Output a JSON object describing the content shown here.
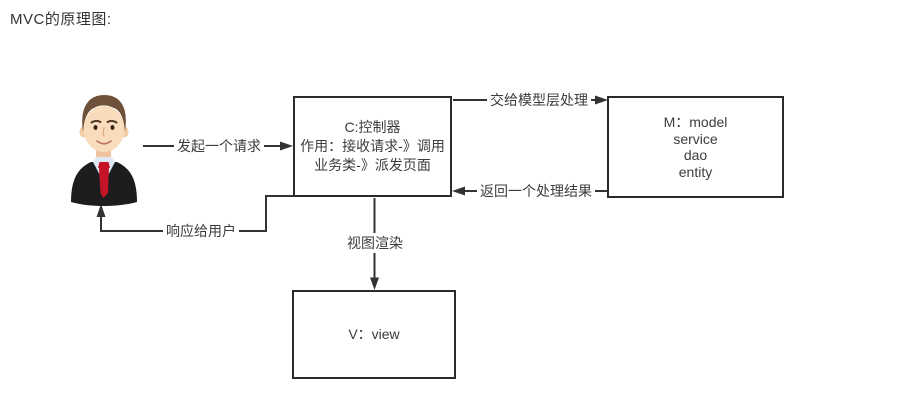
{
  "title": "MVC的原理图:",
  "diagram": {
    "boxes": {
      "controller": {
        "lines": [
          "C:控制器",
          "作用：接收请求-》调用",
          "业务类-》派发页面"
        ]
      },
      "model": {
        "lines": [
          "M：model",
          "service",
          "dao",
          "entity"
        ]
      },
      "view": {
        "lines": [
          "V：view"
        ]
      }
    },
    "arrows": {
      "request": "发起一个请求",
      "to_model": "交给模型层处理",
      "return_result": "返回一个处理结果",
      "respond_user": "响应给用户",
      "view_render": "视图渲染"
    },
    "colors": {
      "background": "#ffffff",
      "line": "#333333",
      "box_border": "#2b2b2b",
      "text": "#3c3c3c",
      "avatar_suit": "#1d1d1f",
      "avatar_tie": "#c41425",
      "avatar_skin": "#f8dcbc",
      "avatar_hair": "#6e5138",
      "avatar_shirt": "#dfe8f3"
    }
  }
}
